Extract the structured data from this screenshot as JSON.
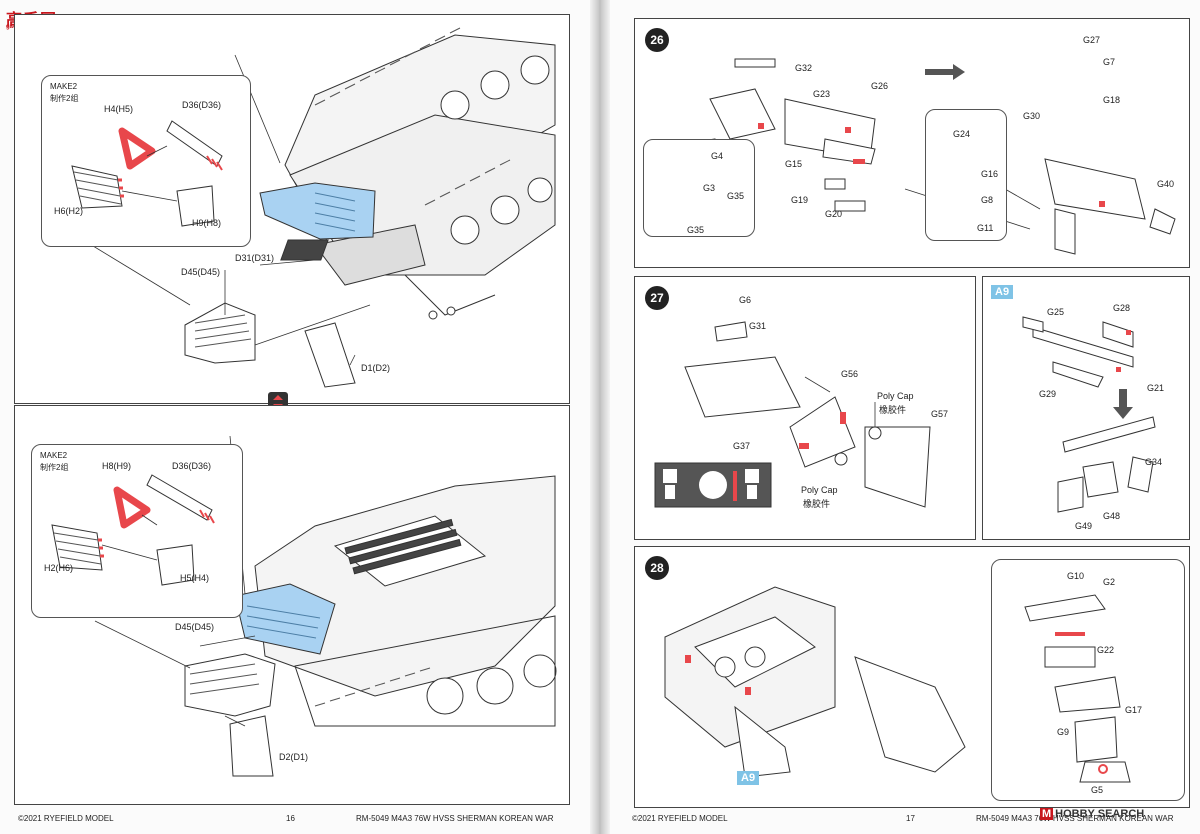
{
  "watermark": {
    "logo_text": "高手网",
    "logo_url": "gao.shou.com"
  },
  "left_page": {
    "top_box": {
      "inset": {
        "make": "MAKE2",
        "make_cn": "制作2组",
        "labels": [
          "H4(H5)",
          "D36(D36)",
          "H6(H2)",
          "H9(H8)"
        ]
      },
      "labels": [
        "D31(D31)",
        "D45(D45)",
        "D1(D2)"
      ]
    },
    "bottom_box": {
      "inset": {
        "make": "MAKE2",
        "make_cn": "制作2组",
        "labels": [
          "H8(H9)",
          "D36(D36)",
          "H2(H6)",
          "H5(H4)"
        ]
      },
      "labels": [
        "D45(D45)",
        "D2(D1)"
      ]
    },
    "footer": {
      "copyright": "©2021 RYEFIELD MODEL",
      "page": "16",
      "title": "RM-5049 M4A3 76W HVSS SHERMAN KOREAN WAR"
    }
  },
  "right_page": {
    "step26": {
      "number": "26",
      "labels": [
        "G32",
        "G26",
        "G23",
        "G27",
        "G7",
        "G18",
        "G30",
        "G24",
        "G16",
        "G4",
        "G15",
        "G3",
        "G35",
        "G35",
        "G19",
        "G20",
        "G8",
        "G11",
        "G40"
      ]
    },
    "step27": {
      "number": "27",
      "labels": [
        "G6",
        "G31",
        "G56",
        "Poly Cap",
        "橡胶件",
        "G57",
        "G37",
        "Poly Cap",
        "橡胶件"
      ]
    },
    "a9_box": {
      "tag": "A9",
      "labels": [
        "G25",
        "G28",
        "G29",
        "G21",
        "G34",
        "G48",
        "G49"
      ]
    },
    "step28": {
      "number": "28",
      "tag": "A9",
      "labels": [
        "G10",
        "G2",
        "G22",
        "G17",
        "G9",
        "G5"
      ]
    },
    "footer": {
      "copyright": "©2021 RYEFIELD MODEL",
      "page": "17",
      "title": "RM-5049 M4A3 76W HVSS SHERMAN KOREAN WAR"
    }
  },
  "brand": {
    "mark": "M",
    "text": "HOBBY SEARCH"
  },
  "colors": {
    "highlight_blue": "#a9d2f2",
    "highlight_red": "#e8474b",
    "a9_tag": "#7fc3e6"
  }
}
